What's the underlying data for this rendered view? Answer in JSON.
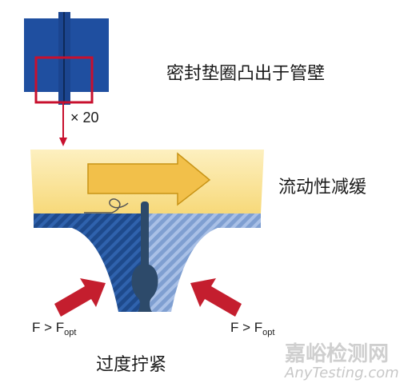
{
  "labels": {
    "protrusion": "密封垫圈凸出于管壁",
    "magnification": "× 20",
    "flow_reduction": "流动性减缓",
    "overtightening": "过度拧紧"
  },
  "forces": {
    "left": {
      "main": "F > F",
      "sub": "opt"
    },
    "right": {
      "main": "F > F",
      "sub": "opt"
    }
  },
  "watermark": {
    "cn": "嘉峪检测网",
    "en": "AnyTesting.com"
  },
  "colors": {
    "pipe_blue": "#1f4fa0",
    "pipe_dark": "#15396f",
    "zoom_box": "#c8102e",
    "fluid_yellow": "#fbe49b",
    "flow_arrow": "#f2c04a",
    "gasket_dark": "#2d4a6a",
    "force_arrow": "#c41e2e"
  }
}
